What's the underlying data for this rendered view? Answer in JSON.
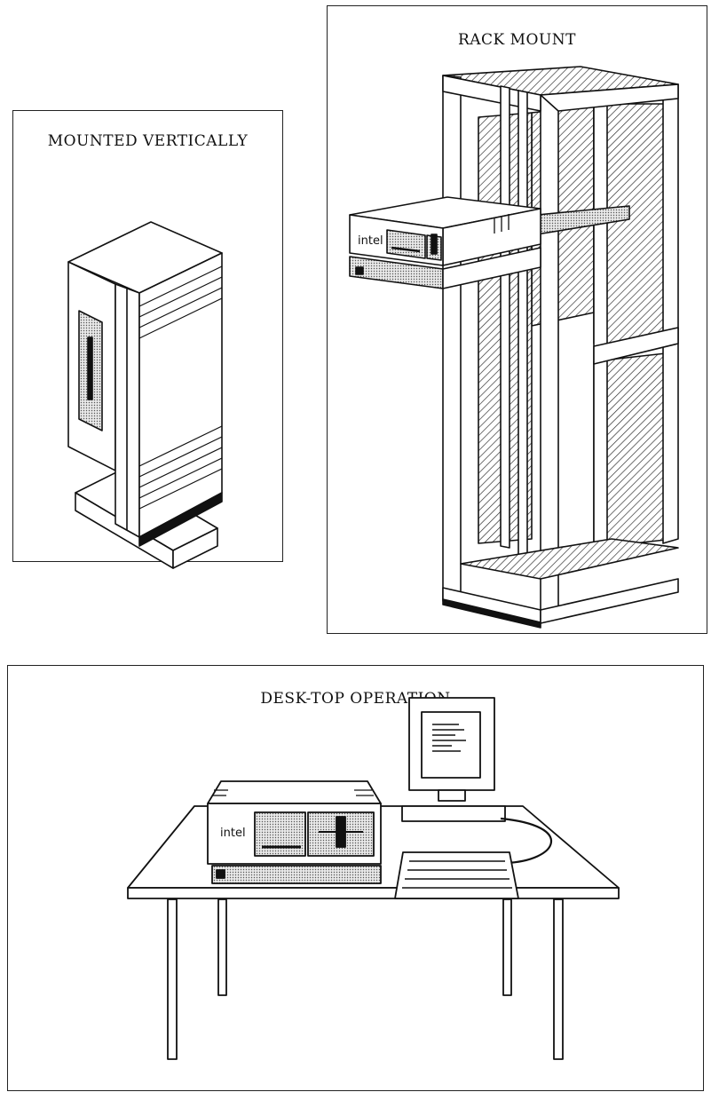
{
  "panels": {
    "vertical": {
      "title": "MOUNTED VERTICALLY"
    },
    "rack": {
      "title": "RACK MOUNT"
    },
    "desk": {
      "title": "DESK-TOP OPERATION"
    }
  },
  "logo": {
    "text": "intel"
  },
  "colors": {
    "ink": "#111111",
    "paper": "#ffffff",
    "shade": "#cfcfcf"
  }
}
